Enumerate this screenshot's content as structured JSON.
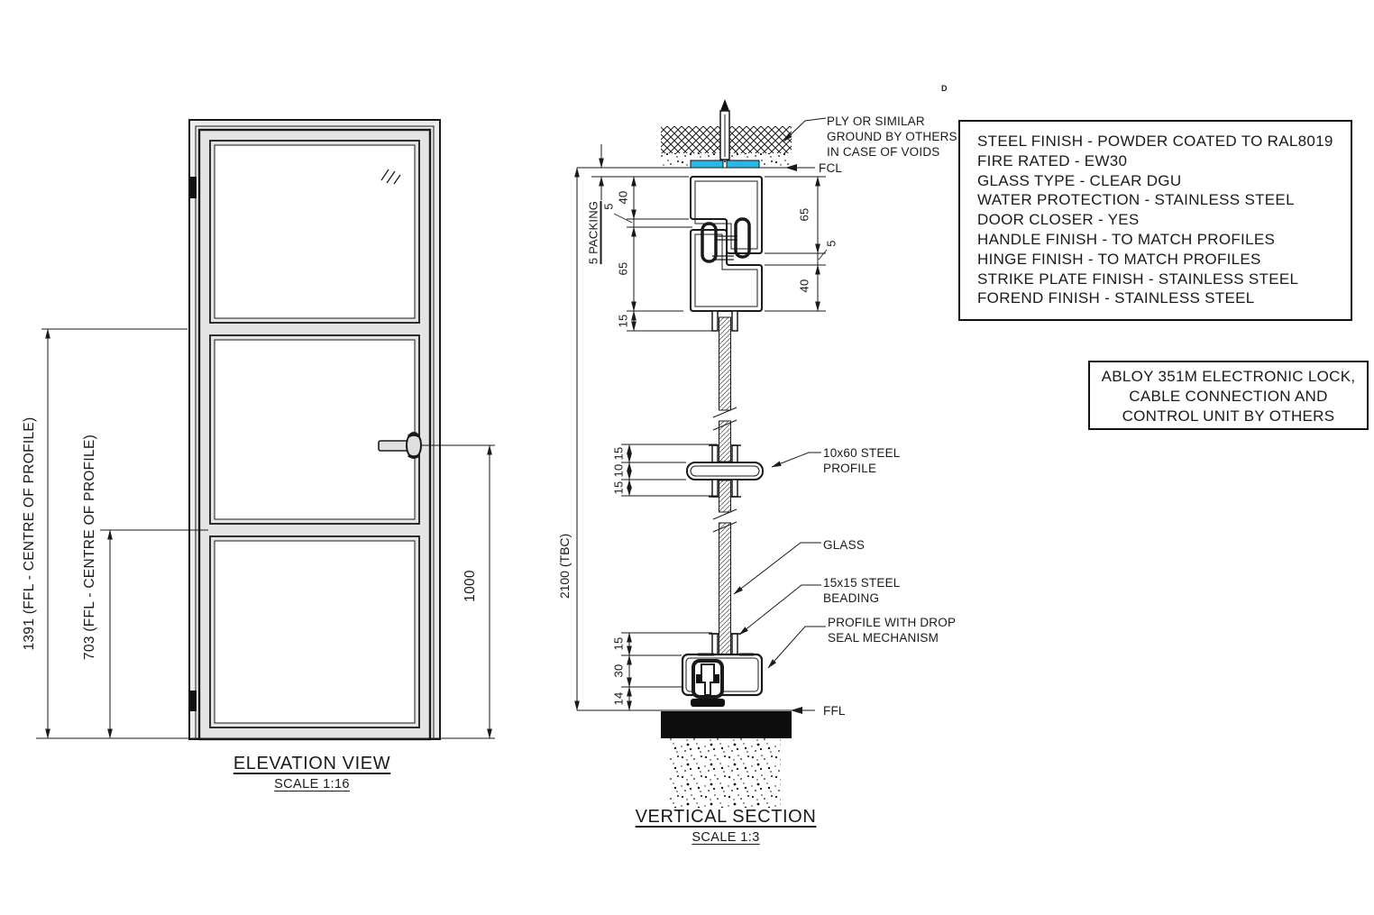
{
  "elevation": {
    "title": "ELEVATION VIEW",
    "scale": "SCALE 1:16",
    "dim_1391": "1391 (FFL - CENTRE OF PROFILE)",
    "dim_703": "703 (FFL - CENTRE OF PROFILE)",
    "dim_1000": "1000"
  },
  "section": {
    "title": "VERTICAL SECTION",
    "scale": "SCALE 1:3",
    "stray_mark": "D",
    "labels": {
      "ply_line1": "PLY OR SIMILAR",
      "ply_line2": "GROUND BY OTHERS",
      "ply_line3": "IN CASE OF VOIDS",
      "fcl": "FCL",
      "ffl": "FFL",
      "packing": "5 PACKING",
      "overall": "2100 (TBC)",
      "profile_line1": "10x60 STEEL",
      "profile_line2": "PROFILE",
      "glass": "GLASS",
      "beading_line1": "15x15 STEEL",
      "beading_line2": "BEADING",
      "drop_seal_line1": "PROFILE WITH DROP",
      "drop_seal_line2": "SEAL MECHANISM"
    },
    "dims": {
      "head_left_40": "40",
      "head_left_5": "5",
      "head_left_65": "65",
      "head_left_15": "15",
      "head_right_65": "65",
      "head_right_5": "5",
      "head_right_40": "40",
      "mid_15a": "15",
      "mid_10": "10",
      "mid_15b": "15",
      "bottom_15": "15",
      "bottom_30": "30",
      "bottom_14": "14"
    }
  },
  "spec_box": {
    "lines": [
      "STEEL FINISH - POWDER COATED TO RAL8019",
      "FIRE RATED - EW30",
      "GLASS TYPE - CLEAR DGU",
      "WATER PROTECTION - STAINLESS STEEL",
      "DOOR CLOSER - YES",
      "HANDLE FINISH - TO MATCH PROFILES",
      "HINGE FINISH - TO MATCH PROFILES",
      "STRIKE PLATE FINISH - STAINLESS STEEL",
      "FOREND FINISH - STAINLESS STEEL"
    ]
  },
  "lock_note": {
    "line1": "ABLOY 351M ELECTRONIC LOCK,",
    "line2": "CABLE CONNECTION AND",
    "line3": "CONTROL UNIT BY OTHERS"
  },
  "colors": {
    "packing_blue": "#29b7e6",
    "line": "#1a1a1a",
    "frame_gray": "#ececec"
  }
}
